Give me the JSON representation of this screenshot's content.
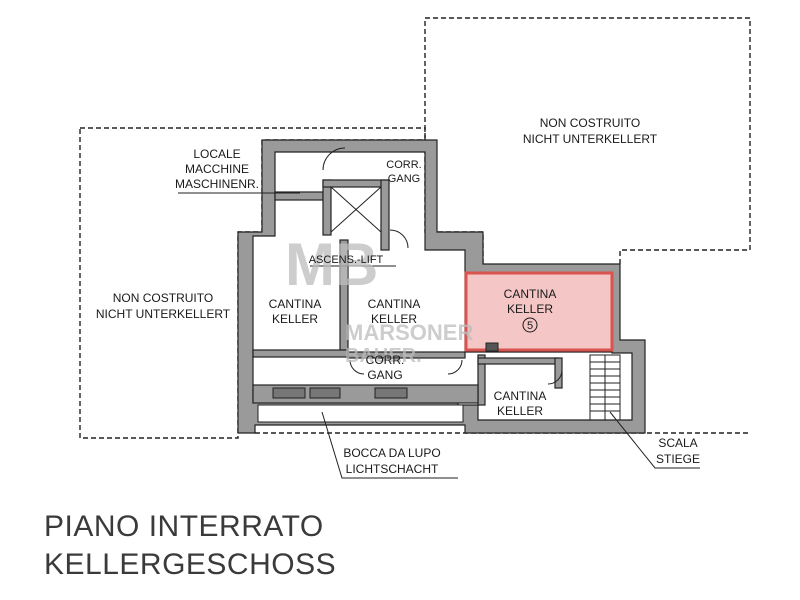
{
  "titles": {
    "line1": "PIANO INTERRATO",
    "line2": "KELLERGESCHOSS"
  },
  "labels": {
    "non_costruito_right_1": "NON COSTRUITO",
    "non_costruito_right_2": "NICHT UNTERKELLERT",
    "non_costruito_left_1": "NON COSTRUITO",
    "non_costruito_left_2": "NICHT UNTERKELLERT",
    "locale_1": "LOCALE",
    "locale_2": "MACCHINE",
    "locale_3": "MASCHINENR.",
    "corr_top_1": "CORR.",
    "corr_top_2": "GANG",
    "ascens": "ASCENS.-LIFT",
    "cantina_left_1": "CANTINA",
    "cantina_left_2": "KELLER",
    "cantina_mid_1": "CANTINA",
    "cantina_mid_2": "KELLER",
    "cantina_hl_1": "CANTINA",
    "cantina_hl_2": "KELLER",
    "cantina_hl_num": "5",
    "corr_bottom_1": "CORR.",
    "corr_bottom_2": "GANG",
    "cantina_bottom_1": "CANTINA",
    "cantina_bottom_2": "KELLER",
    "bocca_1": "BOCCA DA LUPO",
    "bocca_2": "LICHTSCHACHT",
    "scala_1": "SCALA",
    "scala_2": "STIEGE"
  },
  "watermark": {
    "logo": "MB",
    "line1": "MARSONER",
    "line2": "BAUER."
  },
  "colors": {
    "highlight_fill": "#f4c6c6",
    "highlight_stroke": "#d9534f",
    "wall": "#9a9a9a"
  }
}
